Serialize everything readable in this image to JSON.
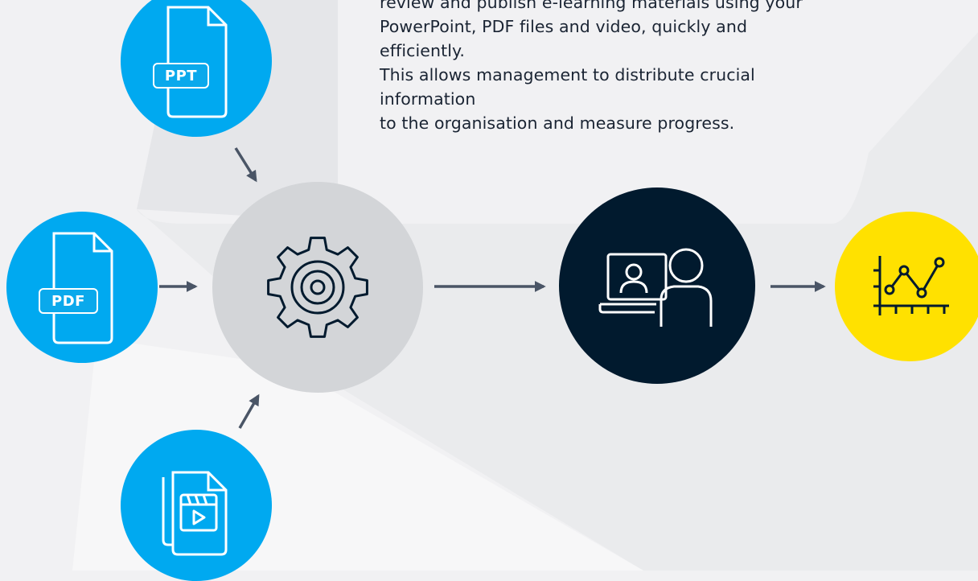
{
  "intro": {
    "lines": [
      "review and publish e-learning materials using your",
      "PowerPoint, PDF files and video, quickly and efficiently.",
      "This allows management to distribute crucial information",
      "to the organisation and measure progress."
    ]
  },
  "nodes": {
    "ppt": {
      "icon": "ppt-file-icon",
      "label": "PPT",
      "color": "#00a9f0"
    },
    "pdf": {
      "icon": "pdf-file-icon",
      "label": "PDF",
      "color": "#00a9f0"
    },
    "video": {
      "icon": "video-file-icon",
      "color": "#00a9f0"
    },
    "process": {
      "icon": "gear-icon",
      "color": "#d3d5d8"
    },
    "learning": {
      "icon": "online-training-icon",
      "color": "#011a2e"
    },
    "analytics": {
      "icon": "line-chart-icon",
      "color": "#ffe100"
    }
  },
  "colors": {
    "background": "#f1f1f3",
    "background_shape": "#e4e5e8",
    "arrow": "#4a5566",
    "text": "#1a2433"
  }
}
